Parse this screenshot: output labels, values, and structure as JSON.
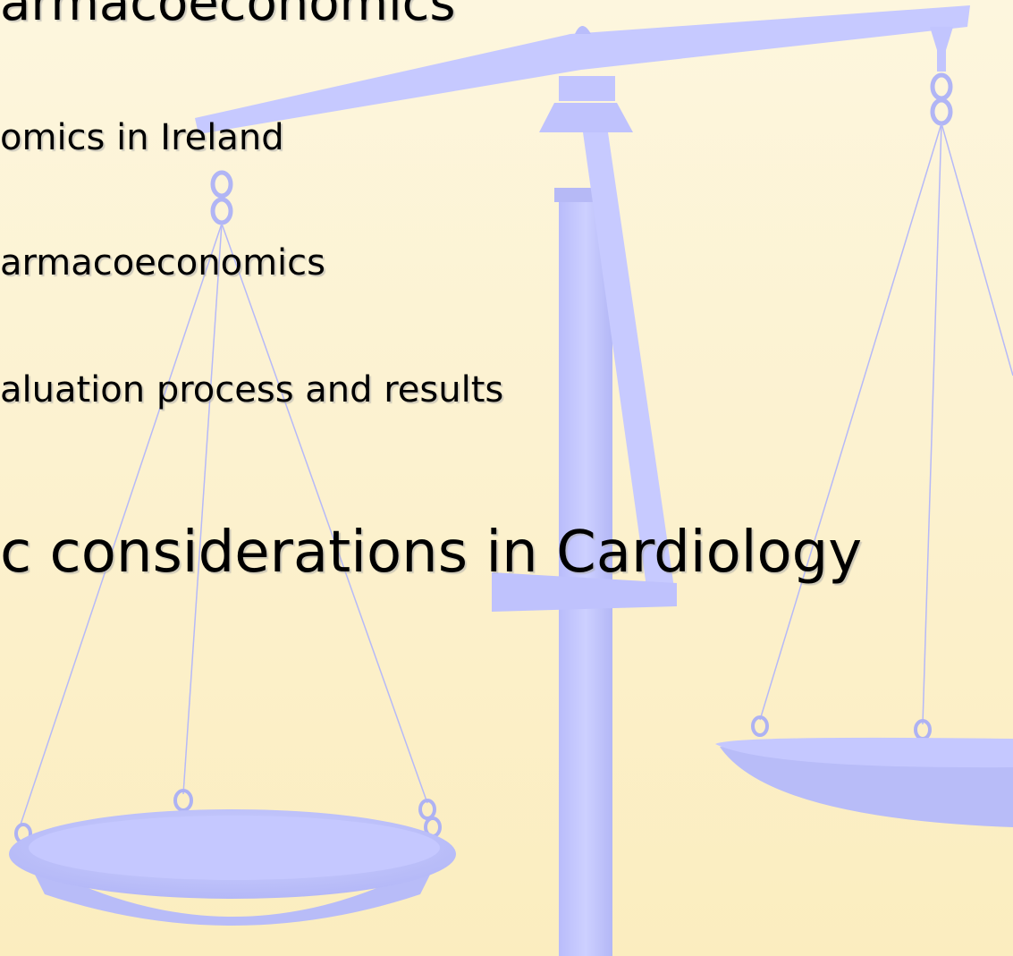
{
  "slide": {
    "title_fragment": "armacoeconomics",
    "bullets": [
      "omics in Ireland",
      "armacoeconomics",
      "aluation process and results"
    ],
    "heading2": "c considerations in Cardiology"
  },
  "colors": {
    "background_top": "#fdf6de",
    "background_bottom": "#fbedbf",
    "scale": "#c3c6ff",
    "scale_dark": "#a9aef5",
    "text": "#000000"
  },
  "icons": {
    "background_image": "balance-scale-icon"
  }
}
